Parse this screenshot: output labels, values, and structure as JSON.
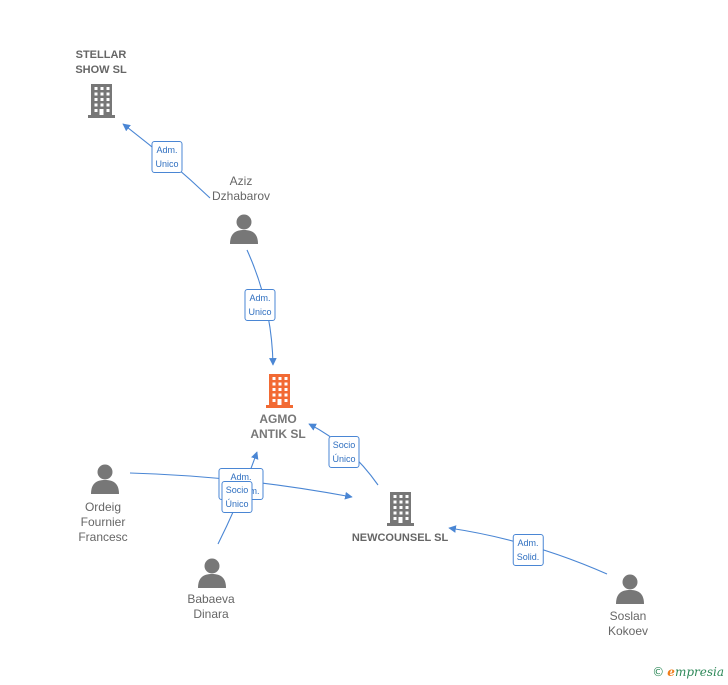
{
  "nodes": {
    "stellar": {
      "type": "company",
      "name": "STELLAR\nSHOW  SL",
      "color": "#777777"
    },
    "aziz": {
      "type": "person",
      "name": "Aziz\nDzhabarov",
      "color": "#777777"
    },
    "agmo": {
      "type": "company",
      "name": "AGMO\nANTIK  SL",
      "color": "#f26a33",
      "focus": true
    },
    "ordeig": {
      "type": "person",
      "name": "Ordeig\nFournier\nFrancesc",
      "color": "#777777"
    },
    "newcounsel": {
      "type": "company",
      "name": "NEWCOUNSEL SL",
      "color": "#777777"
    },
    "babaeva": {
      "type": "person",
      "name": "Babaeva\nDinara",
      "color": "#777777"
    },
    "soslan": {
      "type": "person",
      "name": "Soslan\nKokoev",
      "color": "#777777"
    }
  },
  "edges": [
    {
      "id": "aziz-stellar",
      "from": "aziz",
      "to": "stellar",
      "label": "Adm.\nUnico"
    },
    {
      "id": "aziz-agmo",
      "from": "aziz",
      "to": "agmo",
      "label": "Adm.\nUnico"
    },
    {
      "id": "newcounsel-agmo",
      "from": "newcounsel",
      "to": "agmo",
      "label": "Socio\nÚnico"
    },
    {
      "id": "ordeig-newcounsel",
      "from": "ordeig",
      "to": "newcounsel",
      "label": "Adm.\nMancom."
    },
    {
      "id": "babaeva-agmo",
      "from": "babaeva",
      "to": "agmo",
      "label": "Socio\nÚnico"
    },
    {
      "id": "soslan-newcounsel",
      "from": "soslan",
      "to": "newcounsel",
      "label": "Adm.\nSolid."
    }
  ],
  "colors": {
    "edge": "#4a86d4",
    "person": "#777777",
    "company": "#777777",
    "focus": "#f26a33"
  },
  "footer": {
    "copyright": "©",
    "brand_initial": "e",
    "brand_rest": "mpresia"
  }
}
